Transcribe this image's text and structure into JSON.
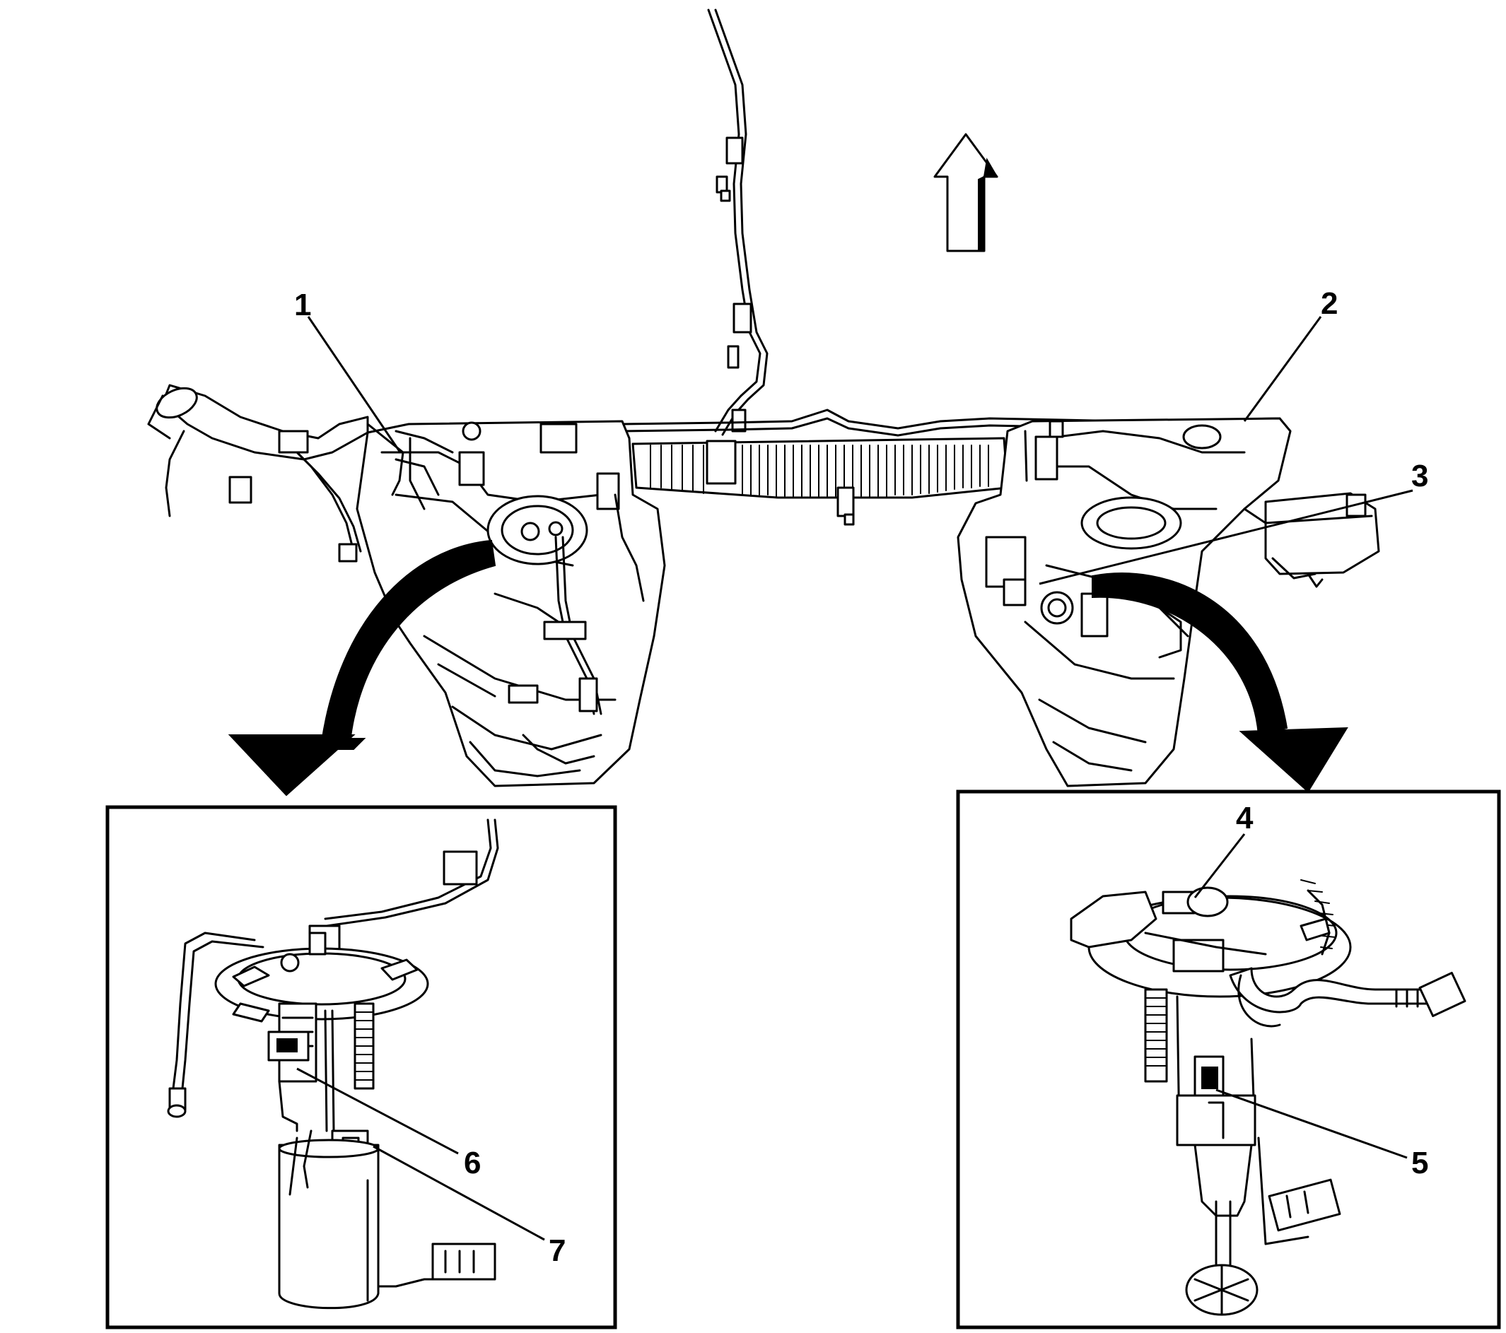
{
  "diagram": {
    "callouts": [
      "1",
      "2",
      "3",
      "4",
      "5",
      "6",
      "7"
    ]
  },
  "colors": {
    "line": "#000000",
    "background": "#ffffff"
  }
}
